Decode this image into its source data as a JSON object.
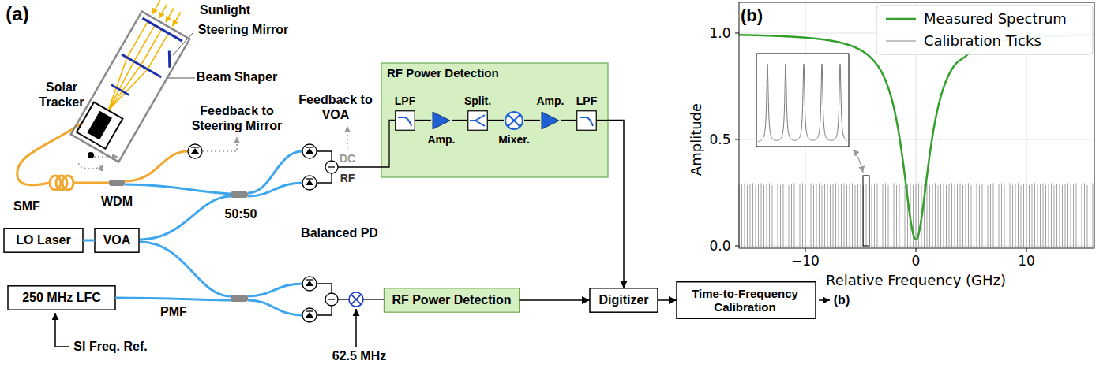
{
  "diagram": {
    "nodes": [
      {
        "text": [
          "Solar Tracker"
        ]
      },
      {
        "text": [
          "RF Power Detection"
        ]
      },
      {
        "text": [
          "LPF"
        ],
        "in": 1
      },
      {
        "text": [
          "Amp."
        ],
        "in": 1
      },
      {
        "text": [
          "Split."
        ],
        "in": 1
      },
      {
        "text": [
          "Mixer."
        ],
        "in": 1
      },
      {
        "text": [
          "Amp."
        ],
        "in": 1
      },
      {
        "text": [
          "LPF"
        ],
        "in": 1
      },
      {
        "text": [
          "LO Laser"
        ]
      },
      {
        "text": [
          "VOA"
        ]
      },
      {
        "text": [
          "250 MHz LFC"
        ]
      },
      {
        "text": [
          "RF Power Detection"
        ]
      },
      {
        "text": [
          "Digitizer"
        ]
      },
      {
        "text": [
          "Time-to-Frequency Calibration"
        ]
      }
    ],
    "edges": [
      {
        "from": 2,
        "to": 3,
        "arrow": "none"
      },
      {
        "from": 3,
        "to": 4,
        "arrow": "none"
      },
      {
        "from": 4,
        "to": 5,
        "arrow": "none"
      },
      {
        "from": 5,
        "to": 6,
        "arrow": "none"
      },
      {
        "from": 6,
        "to": 7,
        "arrow": "none"
      },
      {
        "from": 8,
        "to": 9,
        "arrow": "none"
      },
      {
        "from": 1,
        "to": 12,
        "arrow": "to"
      },
      {
        "from": 11,
        "to": 12,
        "arrow": "to"
      },
      {
        "from": 12,
        "to": 13,
        "arrow": "to"
      }
    ],
    "labels": [
      "(a)",
      "Sunlight",
      "Steering Mirror",
      "Beam Shaper",
      "Feedback to Steering Mirror",
      "Feedback to VOA",
      "SMF",
      "WDM",
      "50:50",
      "DC",
      "RF",
      "Balanced PD",
      "PMF",
      "SI Freq. Ref.",
      "62.5 MHz",
      "(b)",
      "(b)",
      "1.0",
      "0.5",
      "0.0",
      "Amplitude",
      "−10",
      "0",
      "10",
      "Relative Frequency (GHz)"
    ],
    "legend": [
      {
        "text": "Measured Spectrum"
      },
      {
        "text": "Calibration Ticks"
      }
    ]
  }
}
